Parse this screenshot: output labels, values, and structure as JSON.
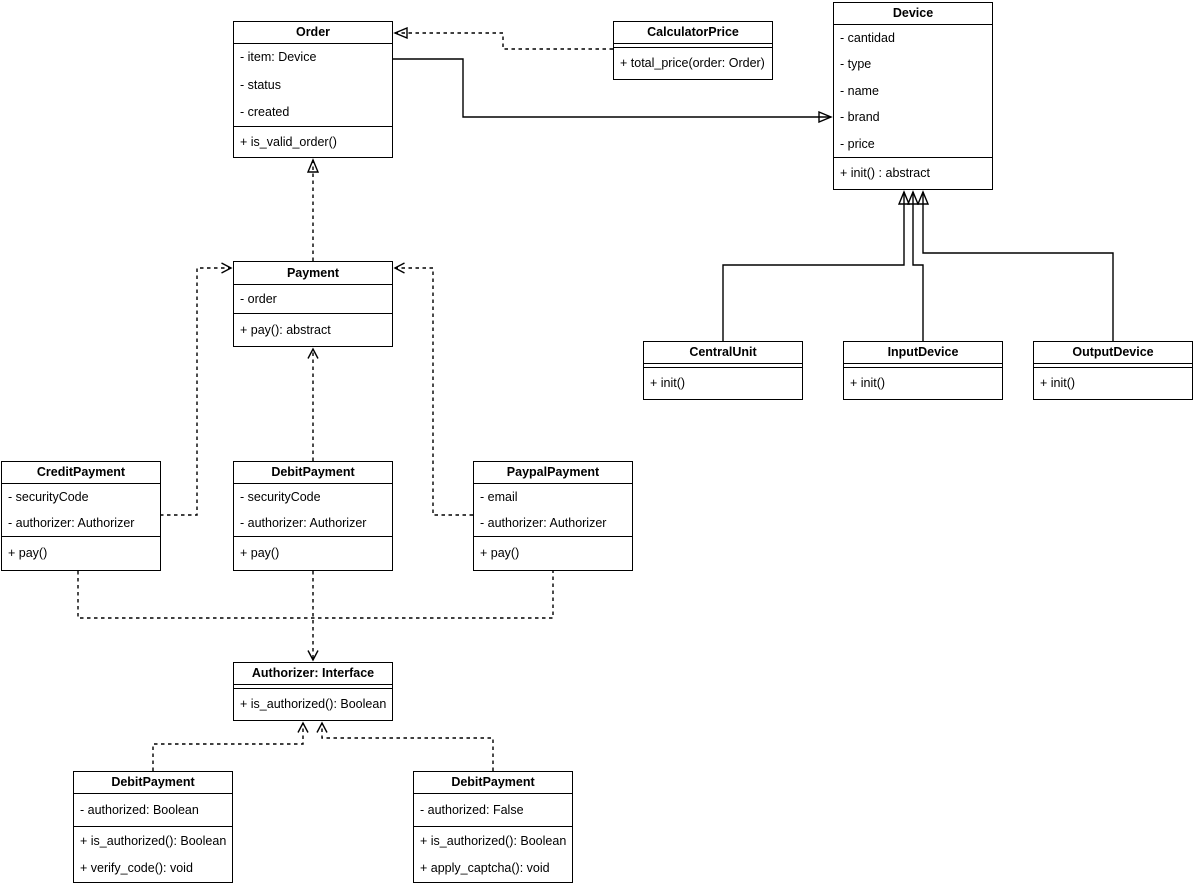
{
  "diagram": {
    "kind": "uml-class-diagram",
    "colors": {
      "background": "#ffffff",
      "line": "#000000",
      "box_fill": "#ffffff",
      "text": "#000000"
    },
    "classes": {
      "order": {
        "title": "Order",
        "attributes": [
          "- item: Device",
          "- status",
          "- created"
        ],
        "methods": [
          "+ is_valid_order()"
        ]
      },
      "calculator_price": {
        "title": "CalculatorPrice",
        "attributes": [],
        "methods": [
          "+ total_price(order: Order)"
        ]
      },
      "device": {
        "title": "Device",
        "attributes": [
          "- cantidad",
          "- type",
          "- name",
          "- brand",
          "- price"
        ],
        "methods": [
          "+ init() : abstract"
        ]
      },
      "payment": {
        "title": "Payment",
        "attributes": [
          "- order"
        ],
        "methods": [
          "+ pay(): abstract"
        ]
      },
      "central_unit": {
        "title": "CentralUnit",
        "attributes": [],
        "methods": [
          "+ init()"
        ]
      },
      "input_device": {
        "title": "InputDevice",
        "attributes": [],
        "methods": [
          "+ init()"
        ]
      },
      "output_device": {
        "title": "OutputDevice",
        "attributes": [],
        "methods": [
          "+ init()"
        ]
      },
      "credit_payment": {
        "title": "CreditPayment",
        "attributes": [
          "- securityCode",
          "- authorizer: Authorizer"
        ],
        "methods": [
          "+ pay()"
        ]
      },
      "debit_payment": {
        "title": "DebitPayment",
        "attributes": [
          "- securityCode",
          "- authorizer: Authorizer"
        ],
        "methods": [
          "+ pay()"
        ]
      },
      "paypal_payment": {
        "title": "PaypalPayment",
        "attributes": [
          "- email",
          "- authorizer: Authorizer"
        ],
        "methods": [
          "+ pay()"
        ]
      },
      "authorizer": {
        "title": "Authorizer: Interface",
        "attributes": [],
        "methods": [
          "+ is_authorized(): Boolean"
        ]
      },
      "debit_payment_verify": {
        "title": "DebitPayment",
        "attributes": [
          "- authorized: Boolean"
        ],
        "methods": [
          "+ is_authorized(): Boolean",
          "+ verify_code(): void"
        ]
      },
      "debit_payment_captcha": {
        "title": "DebitPayment",
        "attributes": [
          "- authorized: False"
        ],
        "methods": [
          "+ is_authorized(): Boolean",
          "+ apply_captcha(): void"
        ]
      }
    },
    "relations": [
      {
        "from": "CalculatorPrice",
        "to": "Order",
        "style": "dashed",
        "arrow": "filled"
      },
      {
        "from": "Order",
        "to": "Device",
        "style": "solid",
        "arrow": "filled"
      },
      {
        "from": "Payment",
        "to": "Order",
        "style": "dashed",
        "arrow": "filled"
      },
      {
        "from": "CreditPayment",
        "to": "Payment",
        "style": "dashed",
        "arrow": "open"
      },
      {
        "from": "DebitPayment",
        "to": "Payment",
        "style": "dashed",
        "arrow": "open"
      },
      {
        "from": "PaypalPayment",
        "to": "Payment",
        "style": "dashed",
        "arrow": "open"
      },
      {
        "from": "CreditPayment/DebitPayment/PaypalPayment",
        "to": "Authorizer: Interface",
        "style": "dashed",
        "arrow": "open"
      },
      {
        "from": "DebitPayment (verify_code)",
        "to": "Authorizer: Interface",
        "style": "dashed",
        "arrow": "open"
      },
      {
        "from": "DebitPayment (apply_captcha)",
        "to": "Authorizer: Interface",
        "style": "dashed",
        "arrow": "open"
      },
      {
        "from": "CentralUnit",
        "to": "Device",
        "style": "solid",
        "arrow": "filled"
      },
      {
        "from": "InputDevice",
        "to": "Device",
        "style": "solid",
        "arrow": "filled"
      },
      {
        "from": "OutputDevice",
        "to": "Device",
        "style": "solid",
        "arrow": "filled"
      }
    ]
  }
}
